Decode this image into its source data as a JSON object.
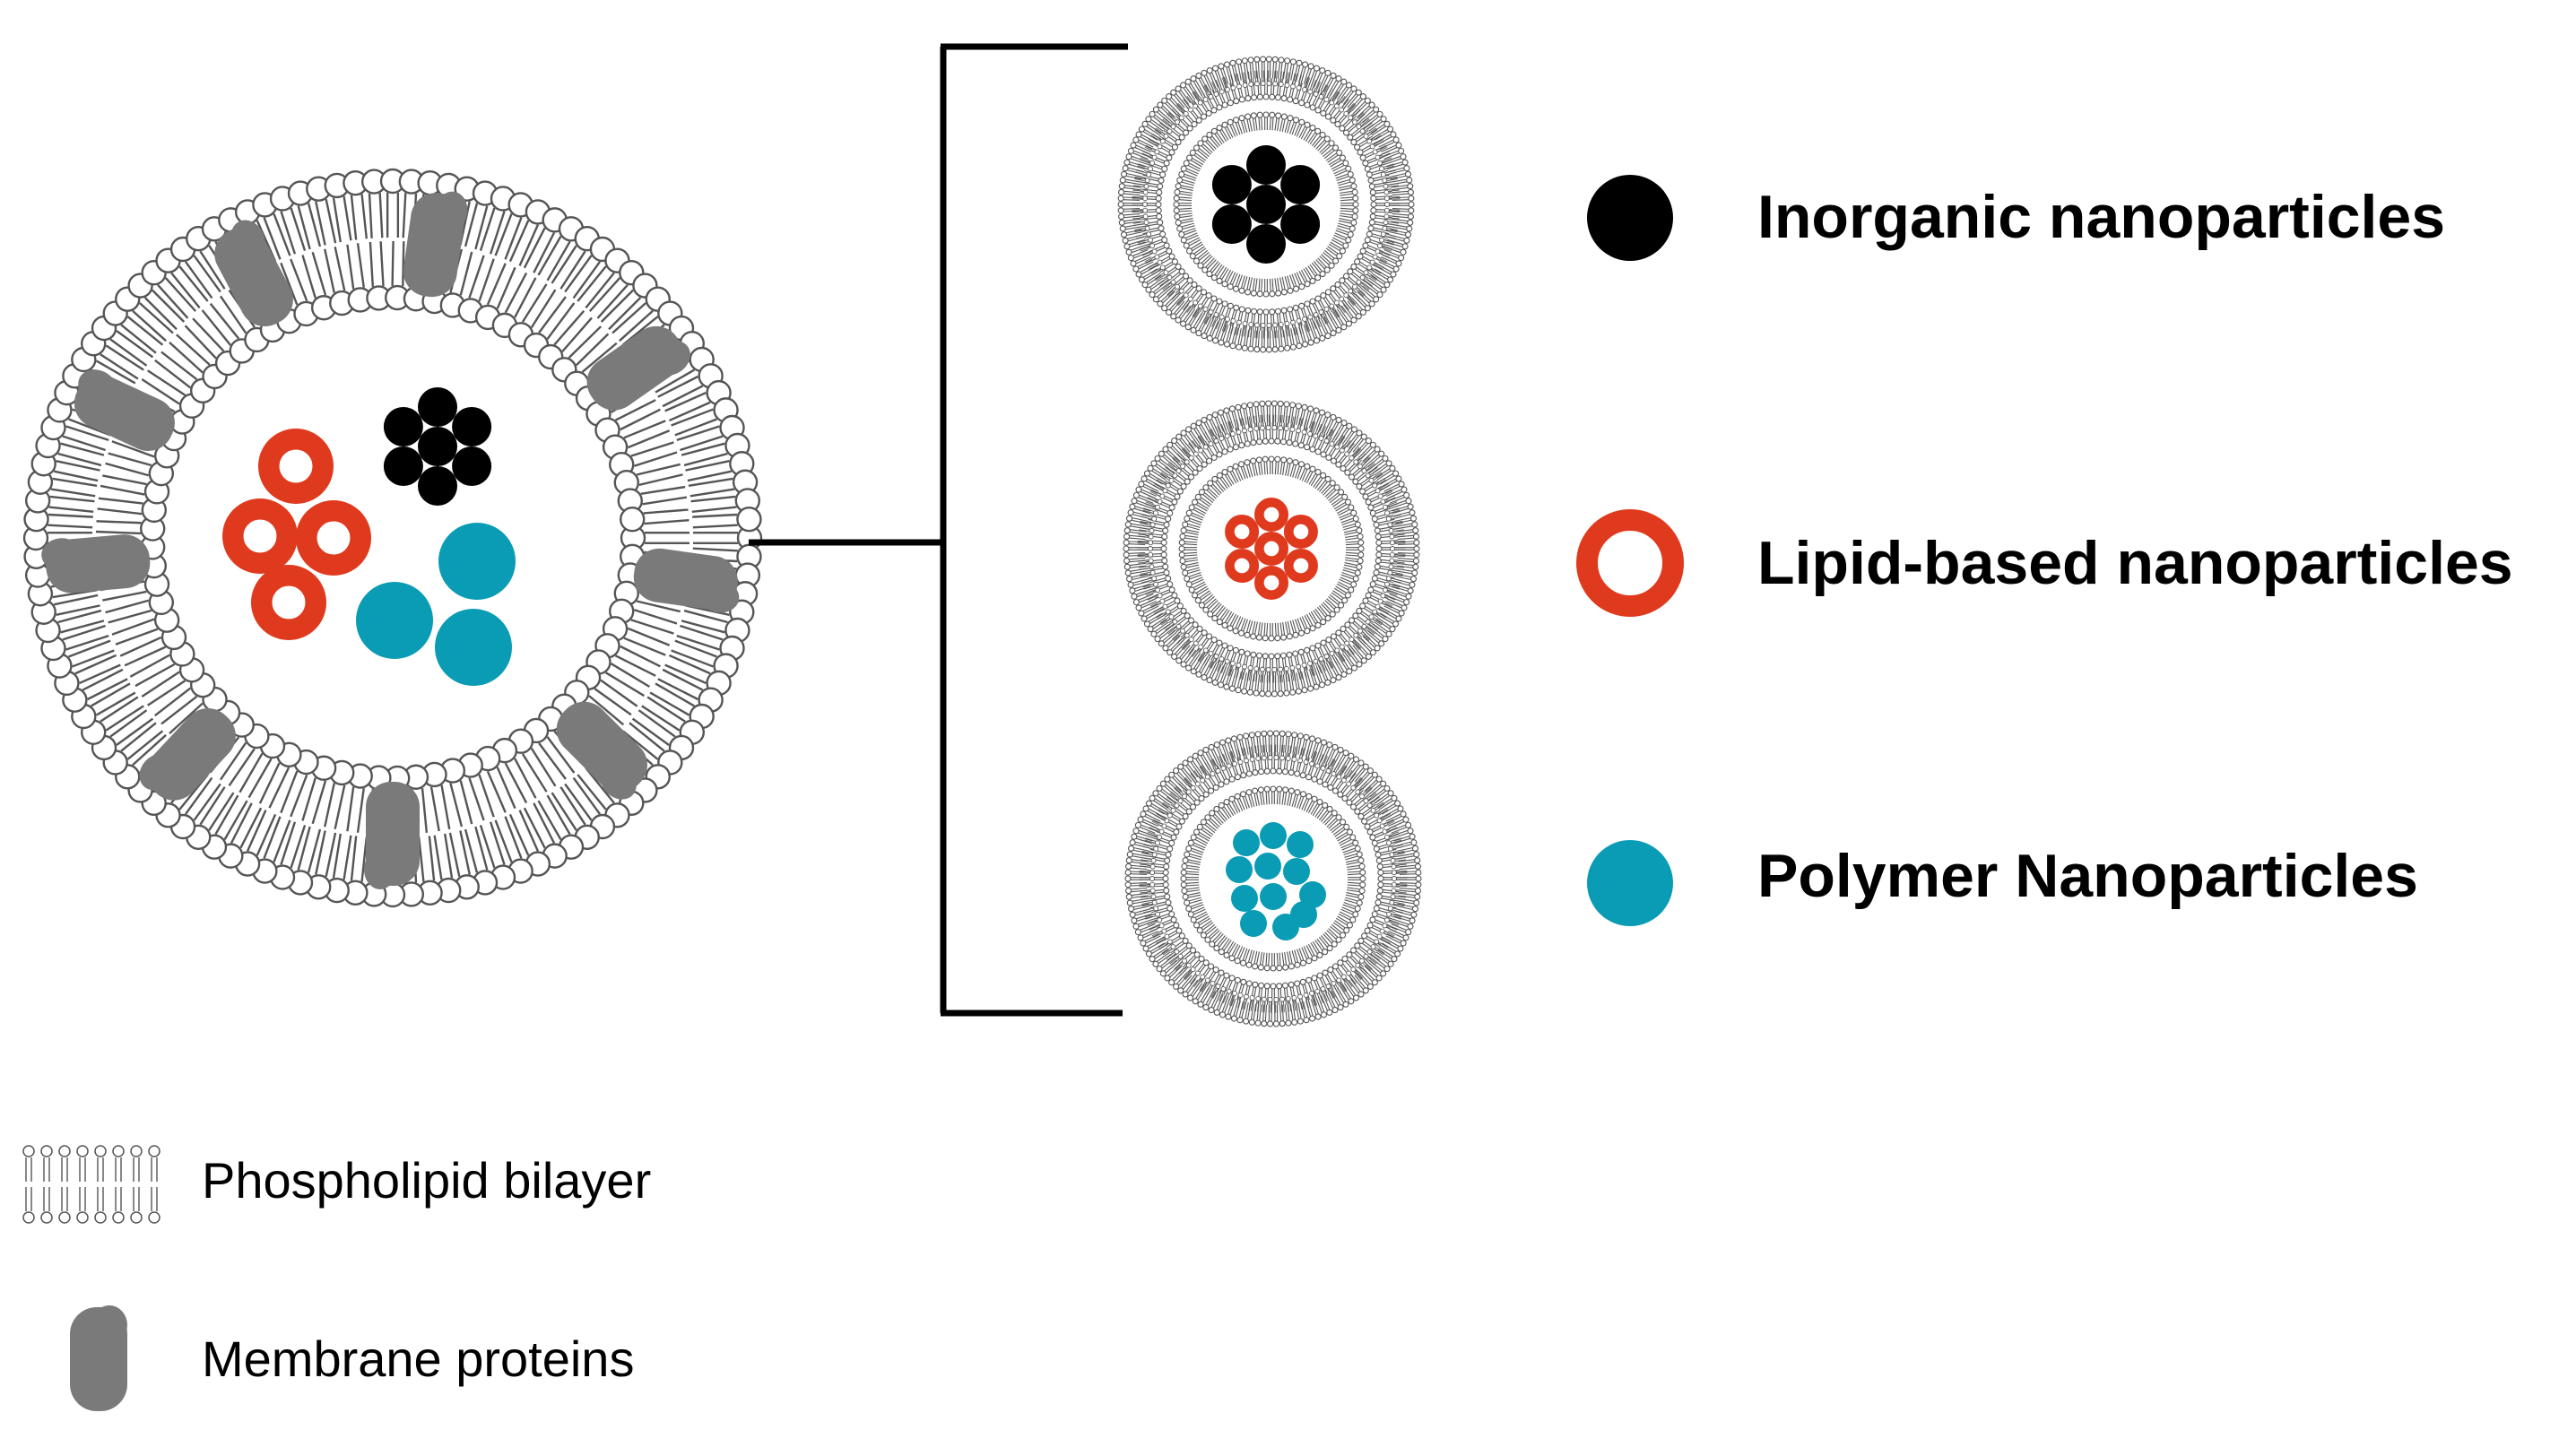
{
  "categories": [
    {
      "label": "Inorganic nanoparticles",
      "style": "solid",
      "color": "#000000",
      "icon": "black-dot-icon"
    },
    {
      "label": "Lipid-based nanoparticles",
      "style": "ring",
      "color": "#e03a1e",
      "icon": "red-ring-icon"
    },
    {
      "label": "Polymer Nanoparticles",
      "style": "solid",
      "color": "#0a9bb5",
      "icon": "teal-dot-icon"
    }
  ],
  "legend": {
    "bilayer_label": "Phospholipid bilayer",
    "protein_label": "Membrane proteins",
    "bilayer_icon": "phospholipid-bilayer-icon",
    "protein_icon": "membrane-protein-icon"
  },
  "colors": {
    "bilayer_stroke": "#555555",
    "protein": "#7a7a7a",
    "bracket": "#000000"
  }
}
